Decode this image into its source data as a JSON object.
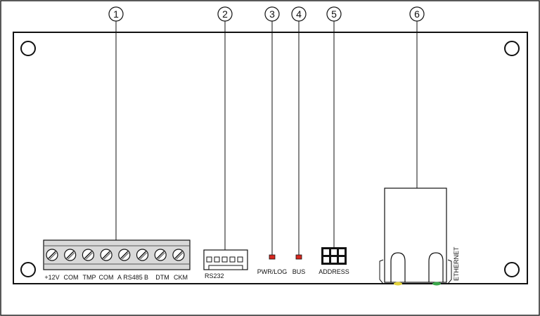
{
  "callouts": [
    "1",
    "2",
    "3",
    "4",
    "5",
    "6"
  ],
  "terminals": {
    "labels": [
      "+12V",
      "COM",
      "TMP",
      "COM",
      "A",
      "RS485",
      "B",
      "DTM",
      "CKM"
    ],
    "screw_count": 8
  },
  "connectors": {
    "rs232": "RS232",
    "pwr_led": "PWR/LOG",
    "bus_led": "BUS",
    "address": "ADDRESS",
    "ethernet": "ETHERNET"
  },
  "colors": {
    "led": "#d6281f",
    "ethernet_led_left": "#e3d23c",
    "ethernet_led_right": "#3aa64a",
    "terminal_block": "#d9d9d9"
  }
}
